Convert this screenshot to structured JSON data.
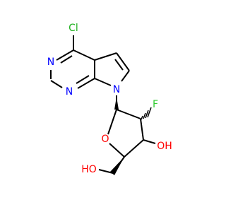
{
  "colors": {
    "bond": "#000000",
    "carbon_bonds": "#000000",
    "nitrogen": "#0000FF",
    "oxygen": "#FF0000",
    "fluorine": "#33CC33",
    "chlorine": "#1FB01F"
  },
  "atoms": {
    "cl": "Cl",
    "n3": "N",
    "n1": "N",
    "n9": "N",
    "o_ring": "O",
    "f": "F",
    "oh3": "OH",
    "ho5": "HO"
  }
}
